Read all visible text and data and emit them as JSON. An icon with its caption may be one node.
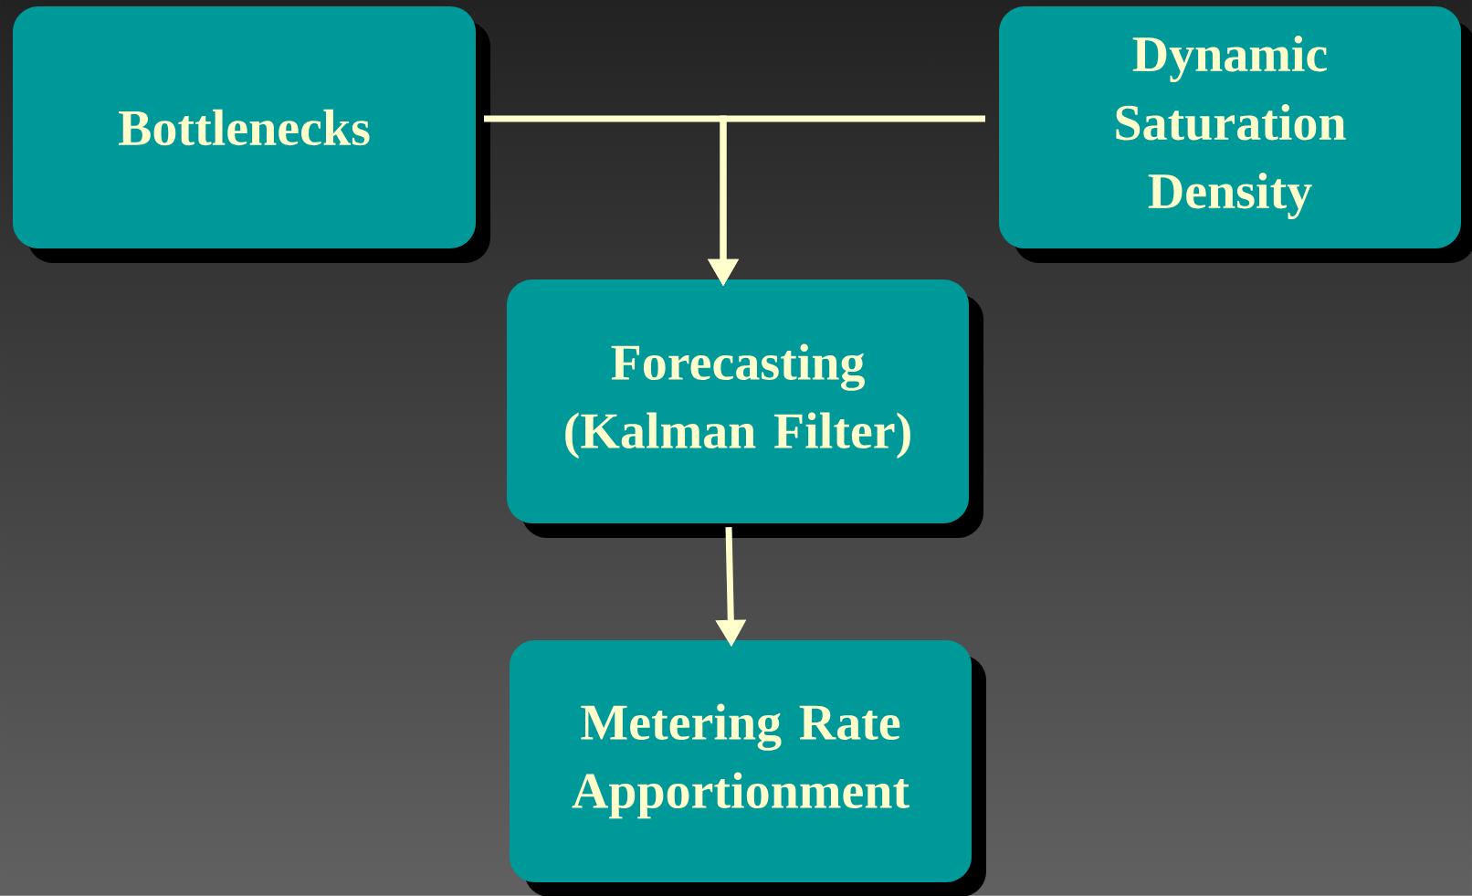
{
  "diagram": {
    "nodes": [
      {
        "text": [
          "Bottlenecks"
        ]
      },
      {
        "text": [
          "Dynamic Saturation Density"
        ]
      },
      {
        "text": [
          "Forecasting (Kalman Filter)"
        ]
      },
      {
        "text": [
          "Metering Rate Apportionment"
        ]
      }
    ],
    "edges": [
      {
        "from": 0,
        "to": 2,
        "arrow": "to"
      },
      {
        "from": 1,
        "to": 2,
        "arrow": "to"
      },
      {
        "from": 2,
        "to": 3,
        "arrow": "to"
      }
    ]
  }
}
